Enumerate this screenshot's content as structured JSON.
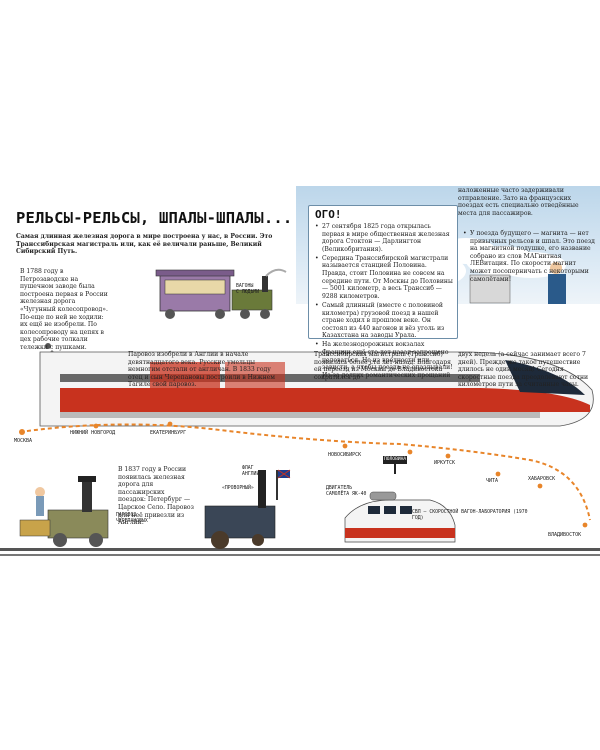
{
  "heading": "РЕЛЬСЫ-РЕЛЬСЫ, ШПАЛЫ-ШПАЛЫ...",
  "intro": "Самая длинная железная дорога в мире построена у нас, в России. Это Транссибирская магистраль или, как её величали раньше, Великий Сибирский Путь.",
  "p1788": "В 1788 году в Петрозаводске на пушечном заводе была построена первая в России железная дорога «Чугунный колесопровод». По-еще по ней не ходили: их ещё не изобрели. По колесопроводу на цепях в цех рабочие толкали тележки с пушками.",
  "p_england": "Паровоз изобрели в Англии в начале девятнадцатого века. Русские умельцы немногим отстали от англичан. В 1833 году отец и сын Черепановы построили в Нижнем Тагиле свой паровоз.",
  "p1837": "В 1837 году в России появилась железная дорога для пассажирских поездок: Петербург — Царское Село. Паровоз для неё привезли из Англии.",
  "p_transsib": "Транссибирская магистраль (Транссиб) появилась более ста лет назад. Благодаря ей переезд из Москвы до Владивостока сократился до",
  "p_right_low": "двух недель (а сейчас занимает всего 7 дней). Прежде же такое путешествие длилось не один месяц! Сегодня скоростные поезда преодолевают сотни километров пути за считанные часы.",
  "p_cloud_top": "наложенные часто задерживали отправление. Зато на французских поездах есть специально отведённые места для пассажиров.",
  "future_items": [
    "У поезда будущего — магнита — нет привычных рельсов и шпал. Это поезд на магнитной подушке, его название собрано из слов МАГнитная ЛЕВитация. По скорости магнит может посоперничать с некоторыми самолётами!"
  ],
  "ogo": {
    "title": "ОГО!",
    "items": [
      "27 сентября 1825 года открылась первая в мире общественная железная дорога Стоктон — Дарлингтон (Великобритания).",
      "Середина Транссибирской магистрали называется станцией Половина. Правда, стоит Половина не совсем на середине пути. От Москвы до Половины — 5001 километр, а весь Транссиб — 9288 километров.",
      "Самый длинный (вместе с половиной километра) грузовой поезд в нашей стране ходил в прошлом веке. Он состоял из 440 вагонов и вёз уголь из Казахстана на заводы Урала.",
      "На железнодорожных вокзалах Франции ещё сто лет назад запрещено целоваться. Не из вредности или зависти, а чтобы поезда не опаздывали! Из-за долгих романтических прощаний"
    ]
  },
  "cities": {
    "moscow": "МОСКВА",
    "nnovgorod": "НИЖНИЙ НОВГОРОД",
    "ekb": "ЕКАТЕРИНБУРГ",
    "novosib": "НОВОСИБИРСК",
    "polovina": "ПОЛОВИНА",
    "irkutsk": "ИРКУТСК",
    "chita": "ЧИТА",
    "khabarovsk": "ХАБАРОВСК",
    "vladivostok": "ВЛАДИВОСТОК"
  },
  "captions": {
    "cherepanov": "ПАРОВОЗ\nЧЕРЕПАНОВЫХ",
    "provornyi": "«ПРОВОРНЫЙ»",
    "engine_yak": "ДВИГАТЕЛЬ\nСАМОЛЁТА ЯК-40",
    "svl": "СВЛ — СКОРОСТНОЙ ВАГОН-ЛАБОРАТОРИЯ (1970 ГОД)",
    "wagon_label": "ВАГОНЫ\nС ЛЮДЬМИ",
    "flag_label": "ФЛАГ\nАНГЛИИ"
  },
  "colors": {
    "sky": "#bcd6ea",
    "route": "#e8852a",
    "train_red": "#c8321e",
    "train_white": "#f4f4f4",
    "ogo_border": "#6d8ea8"
  }
}
